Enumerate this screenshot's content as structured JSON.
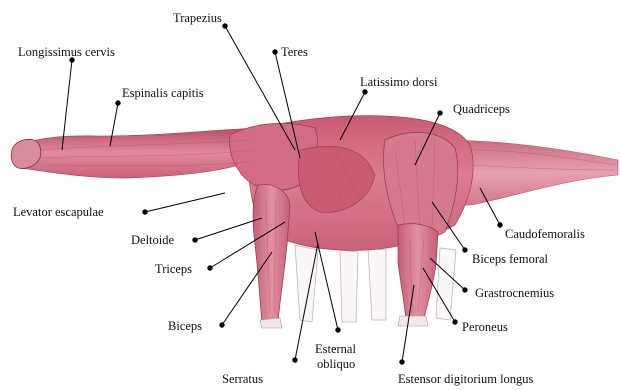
{
  "labels": {
    "trapezius": "Trapezius",
    "teres": "Teres",
    "longissimus_cervis": "Longissimus cervis",
    "espinalis_capitis": "Espinalis capitis",
    "latissimo_dorsi": "Latissimo dorsi",
    "quadriceps": "Quadriceps",
    "levator_escapulae": "Levator escapulae",
    "deltoide": "Deltoide",
    "triceps": "Triceps",
    "biceps": "Biceps",
    "caudofemoralis": "Caudofemoralis",
    "biceps_femoral": "Biceps femoral",
    "grastrocnemius": "Grastrocnemius",
    "peroneus": "Peroneus",
    "esternal_obliquo_line1": "Esternal",
    "esternal_obliquo_line2": "obliquo",
    "serratus": "Serratus",
    "estensor_digitorium_longus": "Estensor digitorium longus"
  },
  "colors": {
    "muscle": "#d9778c",
    "muscle_dark": "#b8506a",
    "muscle_light": "#eaa3b2",
    "tendon": "#f2e6e4",
    "outline": "#8a8a8a",
    "leader": "#000000"
  }
}
